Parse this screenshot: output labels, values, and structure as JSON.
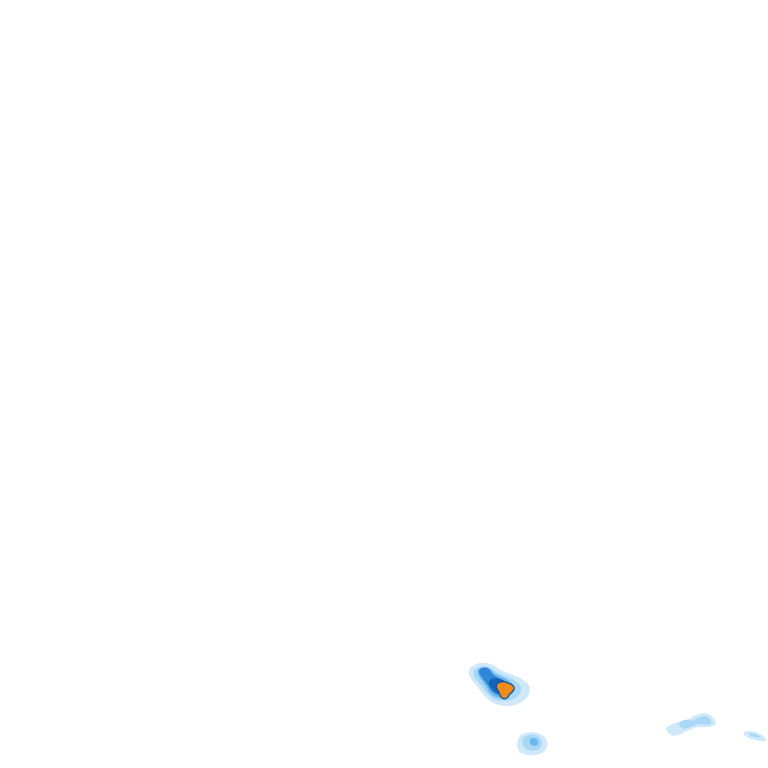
{
  "map": {
    "background": "#ffffff",
    "legend_colors": {
      "very_light": "#cfe9fb",
      "light": "#a9d8f7",
      "medium": "#6bb7ef",
      "strong": "#2f86d6",
      "deep": "#1663b8",
      "intense": "#f28a1a",
      "outline": "#0e4f9c"
    },
    "cells": [
      {
        "id": "main-cluster",
        "intensity": "intense"
      },
      {
        "id": "lower-cluster",
        "intensity": "medium"
      },
      {
        "id": "right-streak",
        "intensity": "light"
      },
      {
        "id": "far-right-streak",
        "intensity": "light"
      }
    ]
  }
}
